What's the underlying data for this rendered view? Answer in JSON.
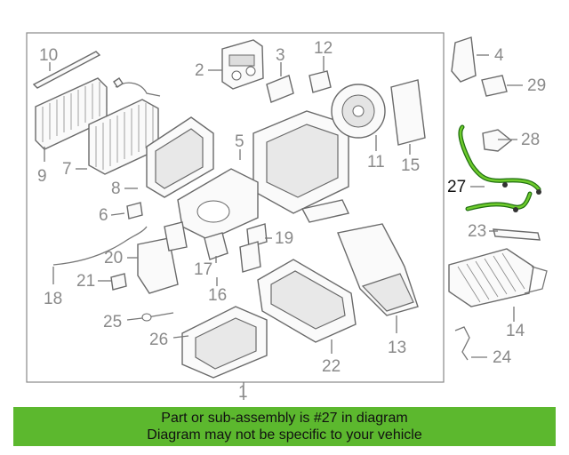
{
  "callouts": {
    "c1": "1",
    "c2": "2",
    "c3": "3",
    "c4": "4",
    "c5": "5",
    "c6": "6",
    "c7": "7",
    "c8": "8",
    "c9": "9",
    "c10": "10",
    "c11": "11",
    "c12": "12",
    "c13": "13",
    "c14": "14",
    "c15": "15",
    "c16": "16",
    "c17": "17",
    "c18": "18",
    "c19": "19",
    "c20": "20",
    "c21": "21",
    "c22": "22",
    "c23": "23",
    "c24": "24",
    "c25": "25",
    "c26": "26",
    "c27": "27",
    "c28": "28",
    "c29": "29"
  },
  "highlight": {
    "part": "27",
    "color": "#5cb82e"
  },
  "banner": {
    "line1": "Part or sub-assembly is #27 in diagram",
    "line2": "Diagram may not be specific to your vehicle",
    "color": "#5cb82e"
  }
}
